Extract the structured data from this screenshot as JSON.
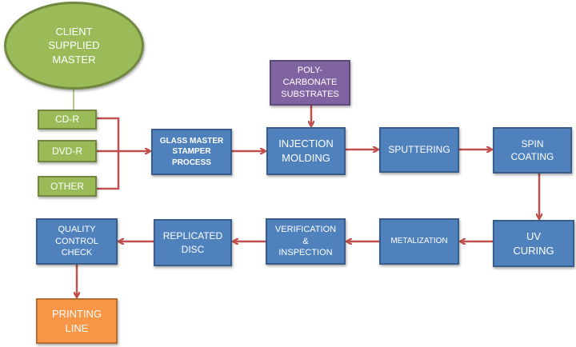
{
  "colors": {
    "process": "#4f81bd",
    "source": "#9bbb59",
    "material": "#8064a2",
    "output": "#f79646",
    "arrow": "#c0504d",
    "source_connector": "#9bbb59"
  },
  "nodes": {
    "client_master": "CLIENT\nSUPPLIED\nMASTER",
    "cdr": "CD-R",
    "dvdr": "DVD-R",
    "other": "OTHER",
    "glass_master": "GLASS MASTER\nSTAMPER\nPROCESS",
    "polycarbonate": "POLY-\nCARBONATE\nSUBSTRATES",
    "injection": "INJECTION\nMOLDING",
    "sputtering": "SPUTTERING",
    "spin_coating": "SPIN\nCOATING",
    "uv_curing": "UV\nCURING",
    "metalization": "METALIZATION",
    "verification": "VERIFICATION\n&\nINSPECTION",
    "replicated": "REPLICATED\nDISC",
    "quality": "QUALITY\nCONTROL\nCHECK",
    "printing": "PRINTING\nLINE"
  },
  "edges": [
    [
      "client_master",
      "cdr"
    ],
    [
      "cdr",
      "glass_master"
    ],
    [
      "dvdr",
      "glass_master"
    ],
    [
      "other",
      "glass_master"
    ],
    [
      "glass_master",
      "injection"
    ],
    [
      "polycarbonate",
      "injection"
    ],
    [
      "injection",
      "sputtering"
    ],
    [
      "sputtering",
      "spin_coating"
    ],
    [
      "spin_coating",
      "uv_curing"
    ],
    [
      "uv_curing",
      "metalization"
    ],
    [
      "metalization",
      "verification"
    ],
    [
      "verification",
      "replicated"
    ],
    [
      "replicated",
      "quality"
    ],
    [
      "quality",
      "printing"
    ]
  ]
}
